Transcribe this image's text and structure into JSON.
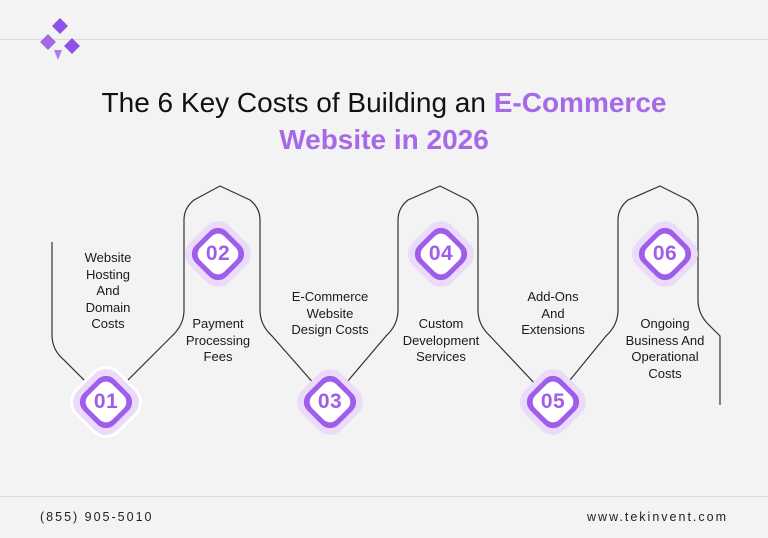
{
  "header": {
    "logo_icon": "brand-logo-icon"
  },
  "title": {
    "part1": "The 6 Key Costs of Building an ",
    "part2": "E-Commerce",
    "part3": "Website in 2026"
  },
  "steps": [
    {
      "num": "01",
      "lines": [
        "Website",
        "Hosting",
        "And",
        "Domain",
        "Costs"
      ]
    },
    {
      "num": "02",
      "lines": [
        "Payment",
        "Processing",
        "Fees"
      ]
    },
    {
      "num": "03",
      "lines": [
        "E-Commerce",
        "Website",
        "Design Costs"
      ]
    },
    {
      "num": "04",
      "lines": [
        "Custom",
        "Development",
        "Services"
      ]
    },
    {
      "num": "05",
      "lines": [
        "Add-Ons",
        "And",
        "Extensions"
      ]
    },
    {
      "num": "06",
      "lines": [
        "Ongoing",
        "Business And",
        "Operational",
        "Costs"
      ]
    }
  ],
  "footer": {
    "phone": "(855) 905-5010",
    "website": "www.tekinvent.com"
  },
  "colors": {
    "accent": "#a66ae8",
    "badge_fill": "#9f5ee9",
    "badge_ring": "#eadbfb"
  }
}
